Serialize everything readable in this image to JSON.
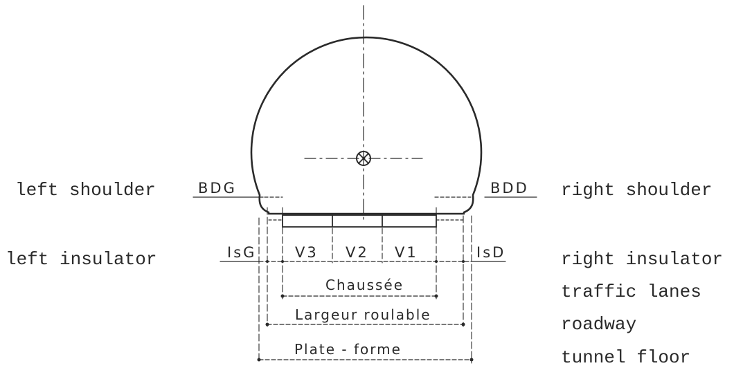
{
  "labels_left": {
    "left_shoulder": "left shoulder",
    "left_insulator": "left insulator"
  },
  "labels_right": {
    "right_shoulder": "right shoulder",
    "right_insulator": "right insulator",
    "traffic_lanes": "traffic lanes",
    "roadway": "roadway",
    "tunnel_floor": "tunnel floor"
  },
  "codes": {
    "bdg": "BDG",
    "bdd": "BDD",
    "isg": "IsG",
    "isd": "IsD",
    "v3": "V3",
    "v2": "V2",
    "v1": "V1"
  },
  "dimensions": {
    "chaussee": "Chaussée",
    "largeur_roulable": "Largeur roulable",
    "plate_forme": "Plate - forme"
  },
  "colors": {
    "ink": "#2a2a2a",
    "paper": "#ffffff"
  }
}
